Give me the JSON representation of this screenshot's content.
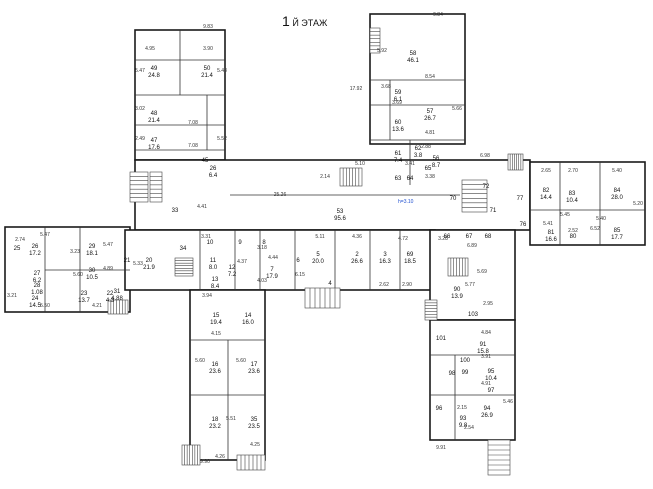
{
  "title": {
    "number": "1",
    "text": "Й ЭТАЖ"
  },
  "colors": {
    "wall": "#1a1a1a",
    "annotation": "#ff0000",
    "accent": "#1f4fd0"
  },
  "corridor_note": "h=3.10",
  "rooms": [
    {
      "id": "49",
      "area": "24.8"
    },
    {
      "id": "50",
      "area": "21.4"
    },
    {
      "id": "48",
      "area": "21.4"
    },
    {
      "id": "47",
      "area": "17.6"
    },
    {
      "id": "45",
      "area": ""
    },
    {
      "id": "26",
      "area": "6.4"
    },
    {
      "id": "58",
      "area": "46.1"
    },
    {
      "id": "59",
      "area": "6.1"
    },
    {
      "id": "57",
      "area": "26.7"
    },
    {
      "id": "60",
      "area": "13.6"
    },
    {
      "id": "61",
      "area": "7.4"
    },
    {
      "id": "62",
      "area": "3.8"
    },
    {
      "id": "63",
      "area": ""
    },
    {
      "id": "64",
      "area": ""
    },
    {
      "id": "65",
      "area": ""
    },
    {
      "id": "56",
      "area": "8.7"
    },
    {
      "id": "53",
      "area": "95.6"
    },
    {
      "id": "82",
      "area": "14.4"
    },
    {
      "id": "83",
      "area": "10.4"
    },
    {
      "id": "84",
      "area": "28.0"
    },
    {
      "id": "85",
      "area": "17.7"
    },
    {
      "id": "81",
      "area": "16.6"
    },
    {
      "id": "80",
      "area": ""
    },
    {
      "id": "26",
      "area": "17.2"
    },
    {
      "id": "25",
      "area": ""
    },
    {
      "id": "27",
      "area": "6.2"
    },
    {
      "id": "28",
      "area": "1.08"
    },
    {
      "id": "29",
      "area": "18.1"
    },
    {
      "id": "30",
      "area": "10.5"
    },
    {
      "id": "23",
      "area": "13.7"
    },
    {
      "id": "22",
      "area": "4.3"
    },
    {
      "id": "24",
      "area": "14.5"
    },
    {
      "id": "31",
      "area": "4.88"
    },
    {
      "id": "20",
      "area": "21.9"
    },
    {
      "id": "21",
      "area": ""
    },
    {
      "id": "10",
      "area": ""
    },
    {
      "id": "9",
      "area": ""
    },
    {
      "id": "8",
      "area": ""
    },
    {
      "id": "11",
      "area": "8.0"
    },
    {
      "id": "12",
      "area": "7.2"
    },
    {
      "id": "13",
      "area": "8.4"
    },
    {
      "id": "7",
      "area": "17.9"
    },
    {
      "id": "6",
      "area": ""
    },
    {
      "id": "5",
      "area": "20.0"
    },
    {
      "id": "2",
      "area": "26.6"
    },
    {
      "id": "3",
      "area": "16.3"
    },
    {
      "id": "4",
      "area": ""
    },
    {
      "id": "69",
      "area": "18.5"
    },
    {
      "id": "15",
      "area": "19.4"
    },
    {
      "id": "14",
      "area": "16.0"
    },
    {
      "id": "16",
      "area": "23.6"
    },
    {
      "id": "17",
      "area": "23.6"
    },
    {
      "id": "18",
      "area": "23.2"
    },
    {
      "id": "35",
      "area": "23.5"
    },
    {
      "id": "90",
      "area": "13.9"
    },
    {
      "id": "103",
      "area": ""
    },
    {
      "id": "101",
      "area": ""
    },
    {
      "id": "91",
      "area": "15.8"
    },
    {
      "id": "95",
      "area": "10.4"
    },
    {
      "id": "94",
      "area": "26.9"
    },
    {
      "id": "93",
      "area": "9.8"
    },
    {
      "id": "33",
      "area": ""
    },
    {
      "id": "34",
      "area": ""
    },
    {
      "id": "66",
      "area": ""
    },
    {
      "id": "67",
      "area": ""
    },
    {
      "id": "68",
      "area": ""
    },
    {
      "id": "70",
      "area": ""
    },
    {
      "id": "71",
      "area": ""
    },
    {
      "id": "72",
      "area": ""
    },
    {
      "id": "76",
      "area": ""
    },
    {
      "id": "77",
      "area": ""
    },
    {
      "id": "96",
      "area": ""
    },
    {
      "id": "97",
      "area": ""
    },
    {
      "id": "98",
      "area": ""
    },
    {
      "id": "99",
      "area": ""
    },
    {
      "id": "100",
      "area": ""
    }
  ],
  "dimensions": [
    "9.83",
    "4.95",
    "3.90",
    "5.47",
    "5.48",
    "3.02",
    "7.08",
    "2.49",
    "7.08",
    "5.52",
    "9.84",
    "17.92",
    "5.92",
    "8.54",
    "3.68",
    "3.69",
    "5.66",
    "4.81",
    "5.10",
    "2.88",
    "3.41",
    "2.14",
    "25.26",
    "3.38",
    "2.65",
    "2.70",
    "5.40",
    "5.20",
    "5.41",
    "5.45",
    "6.52",
    "2.52",
    "5.40",
    "5.47",
    "2.74",
    "3.23",
    "5.47",
    "3.21",
    "5.50",
    "4.21",
    "5.60",
    "4.89",
    "5.33",
    "3.31",
    "3.18",
    "5.11",
    "4.36",
    "4.72",
    "3.28",
    "4.37",
    "4.44",
    "4.03",
    "6.15",
    "3.94",
    "4.15",
    "5.60",
    "5.60",
    "5.51",
    "4.26",
    "4.25",
    "9.90",
    "5.77",
    "2.95",
    "4.84",
    "3.91",
    "4.91",
    "2.15",
    "5.46",
    "2.54",
    "9.91",
    "2.90",
    "2.62",
    "5.69",
    "6.89",
    "4.41",
    "6.98"
  ]
}
